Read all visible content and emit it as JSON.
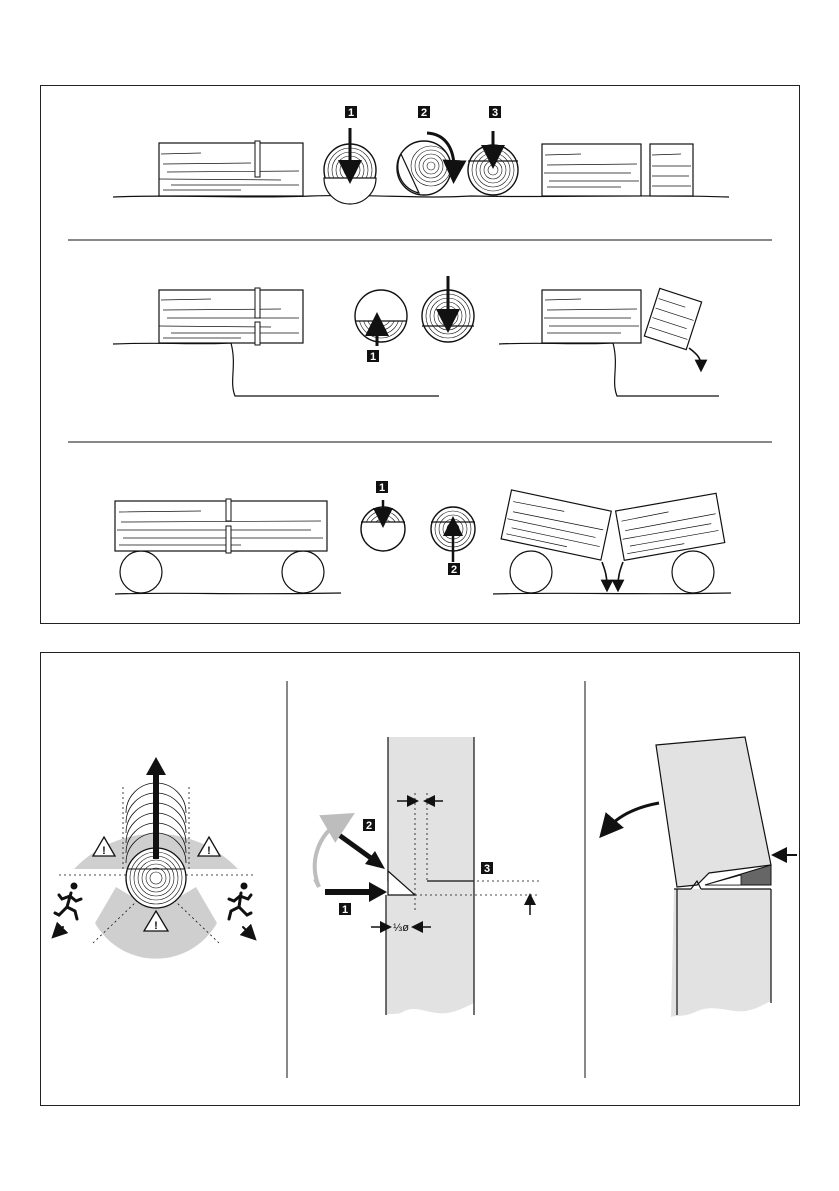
{
  "colors": {
    "line": "#111111",
    "shade": "#cfcfcf",
    "dark_wedge": "#666666",
    "badge": "#111111",
    "curve_arrow": "#bdbdbd"
  },
  "top_panel": {
    "row1": {
      "badges": [
        "1",
        "2",
        "3"
      ]
    },
    "row2": {
      "badges": [
        "1"
      ]
    },
    "row3": {
      "badges": [
        "1",
        "2"
      ]
    }
  },
  "bottom_panel": {
    "safety": {
      "icons": [
        "up-arrow-icon",
        "warning-icon",
        "warning-icon",
        "warning-icon",
        "running-person-icon",
        "running-person-icon"
      ]
    },
    "notch": {
      "badges": [
        "1",
        "2",
        "3"
      ],
      "fraction_label": "⅓ø"
    },
    "felling": {
      "icons": [
        "fall-direction-arrow-icon",
        "wedge-icon",
        "push-arrow-icon"
      ]
    }
  }
}
